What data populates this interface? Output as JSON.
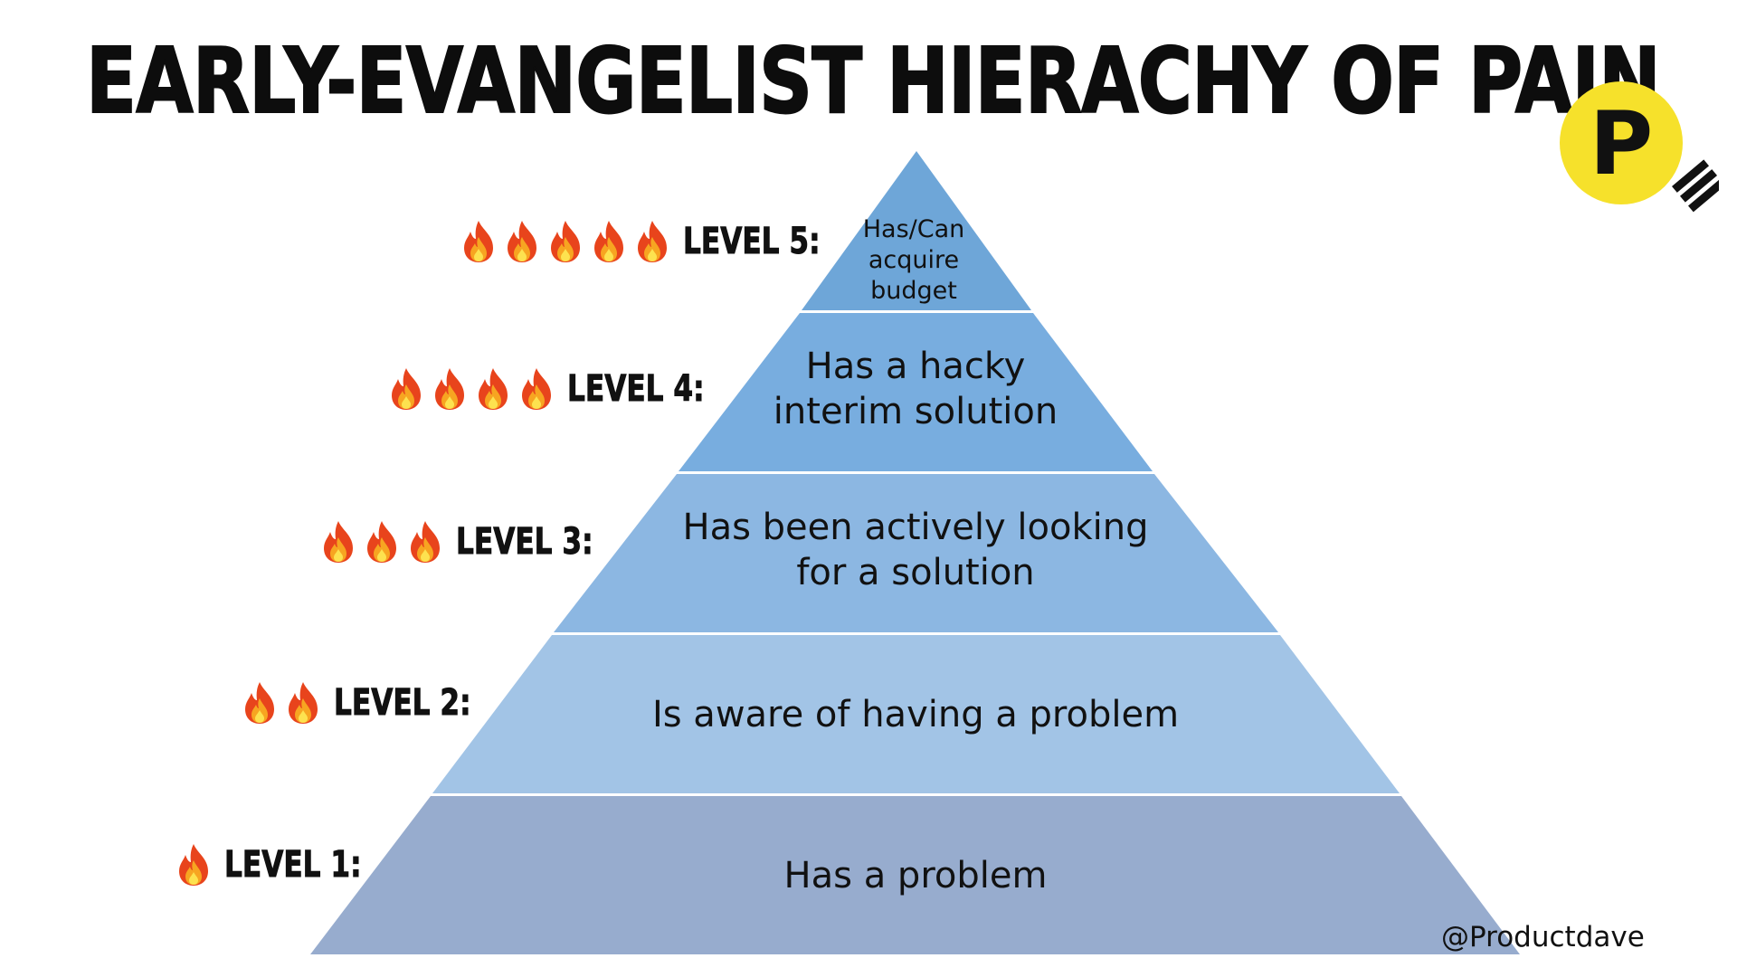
{
  "title": "EARLY-EVANGELIST HIERACHY OF PAIN",
  "handle": "@Productdave",
  "colors": {
    "tier5": "#6ea6d8",
    "tier4": "#78addf",
    "tier3": "#8cb7e2",
    "tier2": "#a2c4e6",
    "tier1": "#97acce",
    "logo_yellow": "#f6e12b"
  },
  "logo": {
    "letter": "P"
  },
  "flame_icon": "fire-emoji",
  "tiers": [
    {
      "level": "LEVEL 5:",
      "flames": 5,
      "text_lines": [
        "Has/Can",
        "acquire",
        "budget"
      ]
    },
    {
      "level": "LEVEL 4:",
      "flames": 4,
      "text_lines": [
        "Has a hacky",
        "interim solution"
      ]
    },
    {
      "level": "LEVEL 3:",
      "flames": 3,
      "text_lines": [
        "Has been actively looking",
        "for a solution"
      ]
    },
    {
      "level": "LEVEL 2:",
      "flames": 2,
      "text_lines": [
        "Is aware of having a problem"
      ]
    },
    {
      "level": "LEVEL 1:",
      "flames": 1,
      "text_lines": [
        "Has a problem"
      ]
    }
  ]
}
